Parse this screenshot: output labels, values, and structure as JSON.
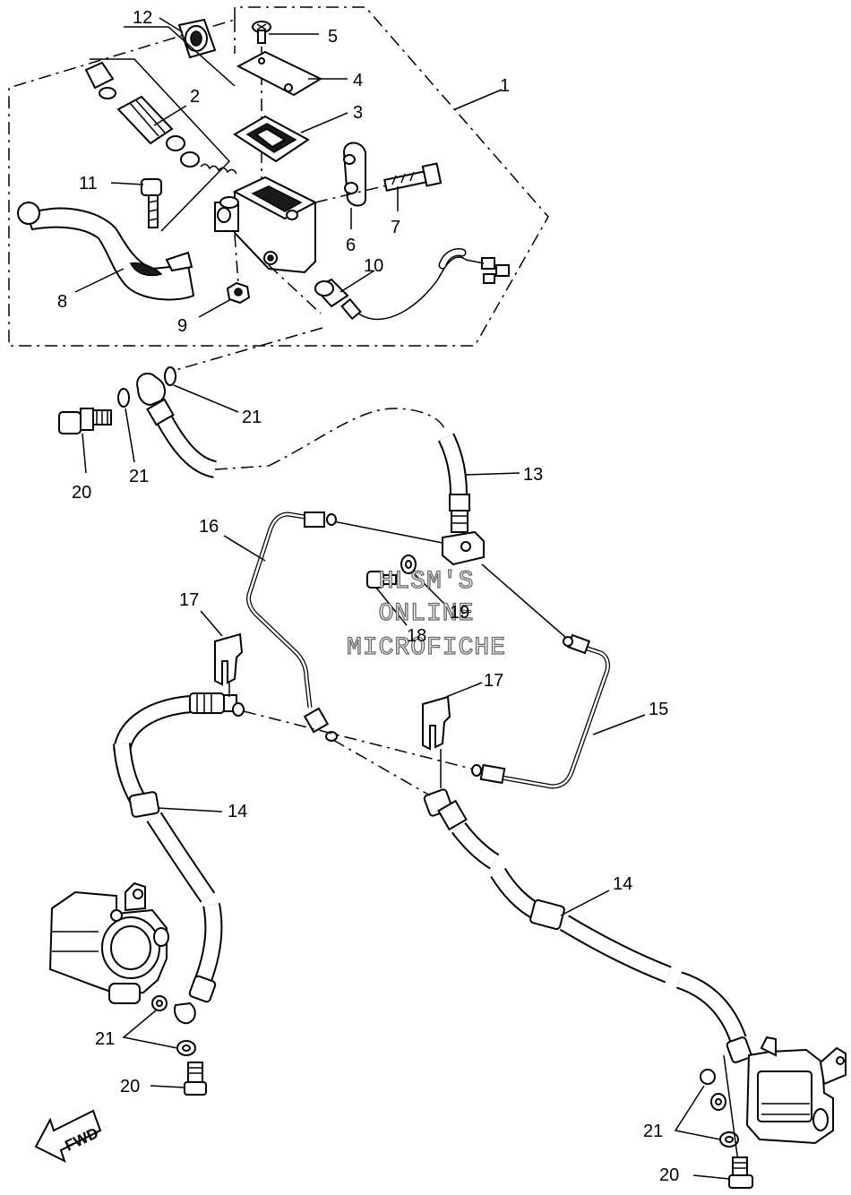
{
  "callouts": {
    "c1": "1",
    "c2": "2",
    "c3": "3",
    "c4": "4",
    "c5": "5",
    "c6": "6",
    "c7": "7",
    "c8": "8",
    "c9": "9",
    "c10": "10",
    "c11": "11",
    "c12": "12",
    "c13": "13",
    "c14a": "14",
    "c14b": "14",
    "c15": "15",
    "c16": "16",
    "c17a": "17",
    "c17b": "17",
    "c18": "18",
    "c19": "19",
    "c20a": "20",
    "c20b": "20",
    "c20c": "20",
    "c21a": "21",
    "c21b": "21",
    "c21c": "21",
    "c21d": "21"
  },
  "watermark": {
    "line1": "HLSM'S",
    "line2": "ONLINE",
    "line3": "MICROFICHE"
  },
  "fwd_label": "FWD"
}
